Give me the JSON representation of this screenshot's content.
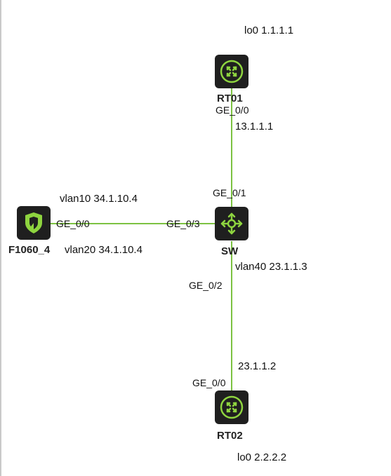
{
  "devices": {
    "rt01": {
      "name": "RT01",
      "loopback": "lo0 1.1.1.1",
      "port": "GE_0/0",
      "ip": "13.1.1.1",
      "icon": "router-icon"
    },
    "sw": {
      "name": "SW",
      "icon": "switch-icon",
      "ports": {
        "top": "GE_0/1",
        "left": "GE_0/3",
        "bottom": "GE_0/2"
      },
      "vlan40": "vlan40 23.1.1.3"
    },
    "fw": {
      "name": "F1060_4",
      "icon": "firewall-icon",
      "port": "GE_0/0",
      "vlan10": "vlan10 34.1.10.4",
      "vlan20": "vlan20 34.1.10.4"
    },
    "rt02": {
      "name": "RT02",
      "loopback": "lo0 2.2.2.2",
      "port": "GE_0/0",
      "ip": "23.1.1.2",
      "icon": "router-icon"
    }
  },
  "colors": {
    "link": "#7cc242",
    "icon_bg": "#1f1f1f",
    "icon_fg": "#8ed43f"
  }
}
